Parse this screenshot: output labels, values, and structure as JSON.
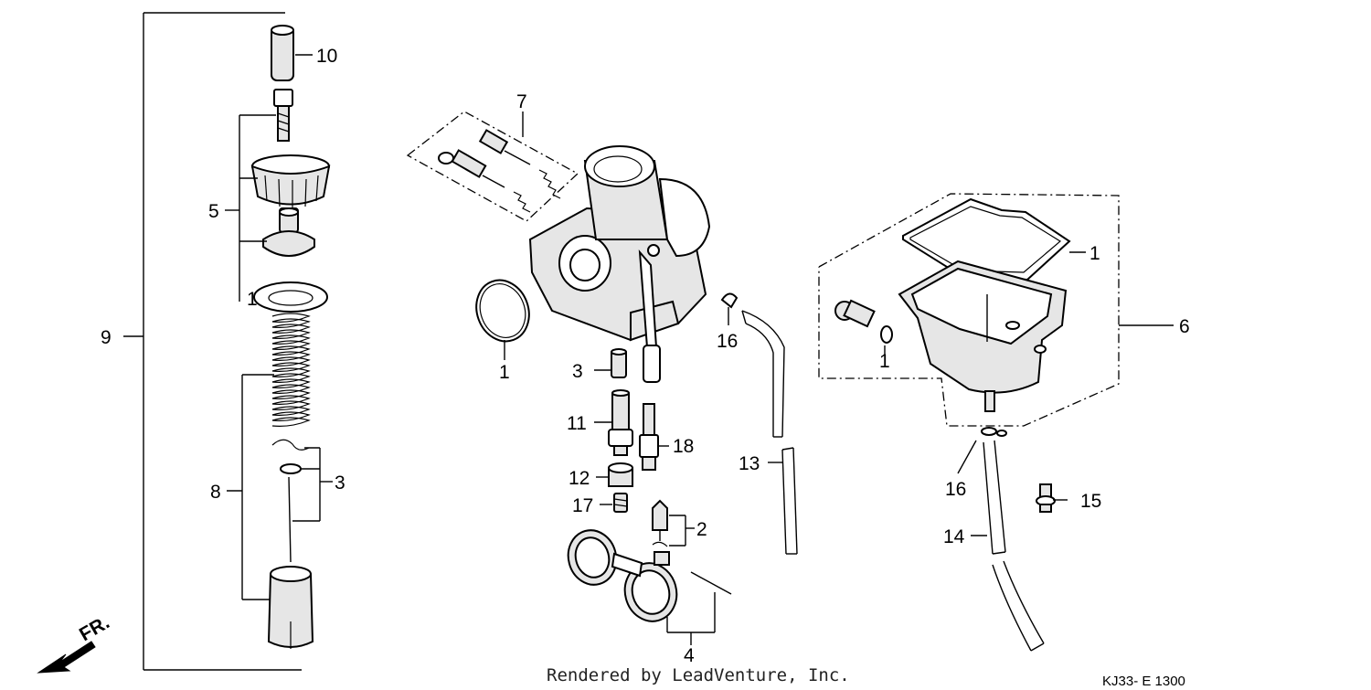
{
  "diagram": {
    "callouts": [
      "10",
      "5",
      "1",
      "9",
      "8",
      "3",
      "7",
      "1",
      "3",
      "11",
      "18",
      "12",
      "17",
      "2",
      "4",
      "16",
      "13",
      "1",
      "6",
      "1",
      "16",
      "15",
      "14"
    ],
    "fr_label": "FR.",
    "footer_text": "Rendered by LeadVenture, Inc.",
    "diagram_code": "KJ33- E 1300"
  }
}
